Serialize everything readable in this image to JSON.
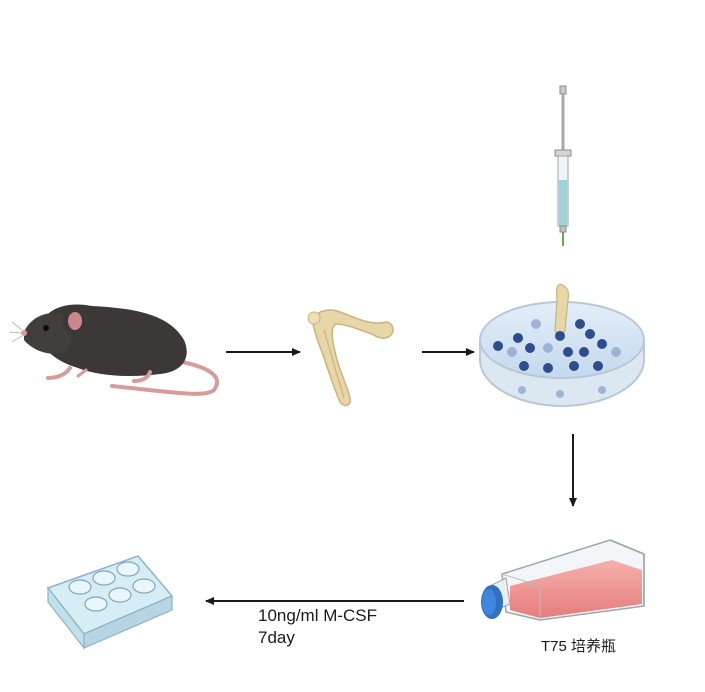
{
  "diagram": {
    "steps": [
      {
        "id": "mouse",
        "icon": "mouse-icon"
      },
      {
        "id": "bone",
        "icon": "bone-icon"
      },
      {
        "id": "petri-dish",
        "icon": "petri-dish-icon"
      },
      {
        "id": "syringe",
        "icon": "syringe-icon"
      },
      {
        "id": "flask",
        "icon": "culture-flask-icon",
        "label": "T75 培养瓶"
      },
      {
        "id": "well-plate",
        "icon": "well-plate-icon"
      }
    ],
    "culture_step": {
      "line1": "10ng/ml M-CSF",
      "line2": "7day"
    },
    "colors": {
      "mouse_body": "#3b3837",
      "mouse_pink": "#d99a9a",
      "bone": "#e6d6a8",
      "dish_liquid": "#cfe2f3",
      "cell_dark": "#2e4d8c",
      "cell_light": "#9fb3d6",
      "flask_medium": "#ee8a8a",
      "flask_cap": "#2f6fc4",
      "plate": "#cfe6f0",
      "arrow": "#1a1a1a"
    }
  }
}
